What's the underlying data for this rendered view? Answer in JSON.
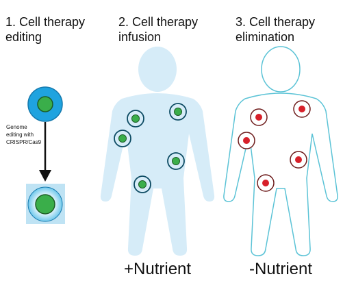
{
  "steps": [
    {
      "title_line1": "1. Cell therapy",
      "title_line2": "editing"
    },
    {
      "title_line1": "2. Cell therapy",
      "title_line2": "infusion"
    },
    {
      "title_line1": "3. Cell therapy",
      "title_line2": "elimination"
    }
  ],
  "annotation": {
    "line1": "Genome",
    "line2": "editing with",
    "line3": "CRISPR/Cas9"
  },
  "conditions": {
    "left": "+Nutrient",
    "right": "-Nutrient"
  },
  "colors": {
    "body_fill": "#d6ecf8",
    "body_outline": "#5bc3d6",
    "cell_blue": "#1fa3df",
    "nucleus_green": "#3aae4a",
    "nucleus_red": "#d7202a",
    "arrow": "#111111"
  }
}
